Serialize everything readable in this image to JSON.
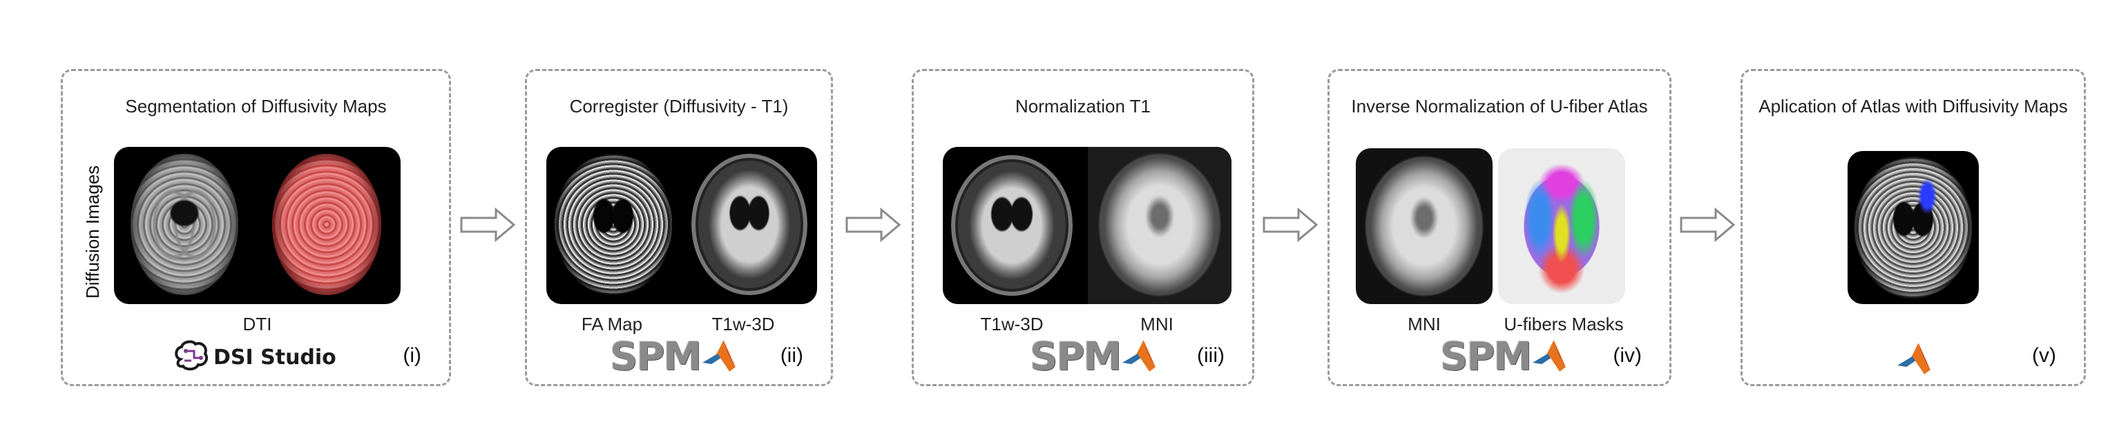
{
  "colors": {
    "panel_border": "#9a9a9a",
    "arrow_stroke": "#8a8a8a",
    "spm_gray": "#8a8a8a",
    "matlab_orange": "#e8731c",
    "matlab_blue": "#2c6ea8"
  },
  "panels": [
    {
      "title": "Segmentation of Diffusivity Maps",
      "number": "(i)",
      "side_label": "Diffusion Images",
      "captions": [
        "DTI"
      ],
      "logo_text": "DSI Studio",
      "logo_icon": "brain-chip-icon"
    },
    {
      "title": "Corregister (Diffusivity - T1)",
      "number": "(ii)",
      "captions": [
        "FA Map",
        "T1w-3D"
      ],
      "logo_text": "SPM",
      "logo_icon": "matlab-peak-icon"
    },
    {
      "title": "Normalization T1",
      "number": "(iii)",
      "captions": [
        "T1w-3D",
        "MNI"
      ],
      "logo_text": "SPM",
      "logo_icon": "matlab-peak-icon"
    },
    {
      "title": "Inverse Normalization of U-fiber Atlas",
      "number": "(iv)",
      "captions": [
        "MNI",
        "U-fibers Masks"
      ],
      "logo_text": "SPM",
      "logo_icon": "matlab-peak-icon"
    },
    {
      "title": "Aplication of Atlas with Diffusivity Maps",
      "number": "(v)",
      "captions": [],
      "logo_icon": "matlab-peak-icon"
    }
  ]
}
